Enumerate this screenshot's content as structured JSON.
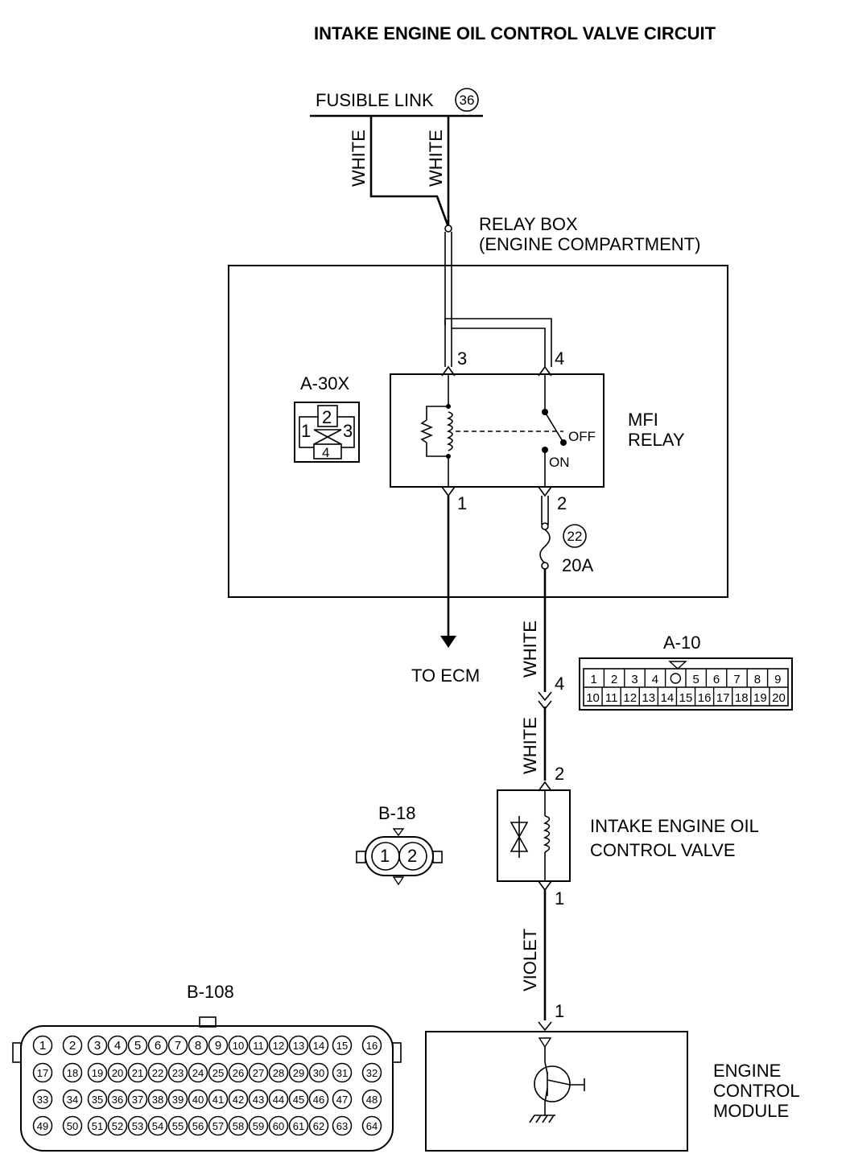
{
  "title": "INTAKE ENGINE OIL CONTROL VALVE CIRCUIT",
  "fusible_link": {
    "label": "FUSIBLE LINK",
    "number": "36"
  },
  "wire_colors": {
    "white": "WHITE",
    "violet": "VIOLET"
  },
  "relay_box": {
    "line1": "RELAY BOX",
    "line2": "(ENGINE COMPARTMENT)"
  },
  "mfi_relay": {
    "line1": "MFI",
    "line2": "RELAY",
    "pins": {
      "p1": "1",
      "p2": "2",
      "p3": "3",
      "p4": "4"
    },
    "switch_off": "OFF",
    "switch_on": "ON"
  },
  "fuse": {
    "number": "22",
    "rating": "20A"
  },
  "to_ecm": "TO ECM",
  "connector_a30x": {
    "id": "A-30X",
    "pins": [
      "1",
      "2",
      "3",
      "4"
    ]
  },
  "connector_a10": {
    "id": "A-10",
    "row1": [
      "1",
      "2",
      "3",
      "4",
      "",
      "5",
      "6",
      "7",
      "8",
      "9"
    ],
    "row2": [
      "10",
      "11",
      "12",
      "13",
      "14",
      "15",
      "16",
      "17",
      "18",
      "19",
      "20"
    ]
  },
  "connector_b18": {
    "id": "B-18",
    "pins": [
      "1",
      "2"
    ]
  },
  "connector_b108": {
    "id": "B-108",
    "rows": [
      [
        "1",
        "2",
        "3",
        "4",
        "5",
        "6",
        "7",
        "8",
        "9",
        "10",
        "11",
        "12",
        "13",
        "14",
        "15",
        "16"
      ],
      [
        "17",
        "18",
        "19",
        "20",
        "21",
        "22",
        "23",
        "24",
        "25",
        "26",
        "27",
        "28",
        "29",
        "30",
        "31",
        "32"
      ],
      [
        "33",
        "34",
        "35",
        "36",
        "37",
        "38",
        "39",
        "40",
        "41",
        "42",
        "43",
        "44",
        "45",
        "46",
        "47",
        "48"
      ],
      [
        "49",
        "50",
        "51",
        "52",
        "53",
        "54",
        "55",
        "56",
        "57",
        "58",
        "59",
        "60",
        "61",
        "62",
        "63",
        "64"
      ]
    ]
  },
  "pin_labels": {
    "a10_pin": "4",
    "valve_top": "2",
    "valve_bottom": "1",
    "ecm_pin": "1"
  },
  "valve": {
    "line1": "INTAKE ENGINE OIL",
    "line2": "CONTROL VALVE"
  },
  "ecm": {
    "line1": "ENGINE",
    "line2": "CONTROL",
    "line3": "MODULE"
  }
}
